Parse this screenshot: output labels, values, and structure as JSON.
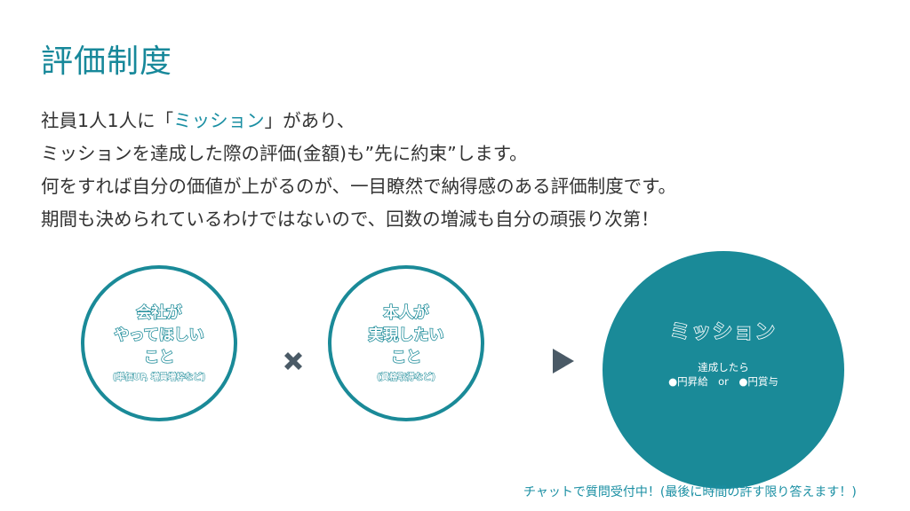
{
  "title": "評価制度",
  "paragraph": {
    "line1_before": "社員1人1人に「",
    "line1_accent": "ミッション",
    "line1_after": "」があり、",
    "line2": "ミッションを達成した際の評価(金額)も”先に約束”します。",
    "line3": "何をすれば自分の価値が上がるのが、一目瞭然で納得感のある評価制度です。",
    "line4": "期間も決められているわけではないので、回数の増減も自分の頑張り次第！"
  },
  "circle_company": {
    "heading_lines": [
      "会社が",
      "やってほしい",
      "こと"
    ],
    "sub": "(単価UP, 増員増枠など)"
  },
  "circle_self": {
    "heading_lines": [
      "本人が",
      "実現したい",
      "こと"
    ],
    "sub": "(資格取得など)"
  },
  "circle_mission": {
    "title": "ミッション",
    "sub_line1": "達成したら",
    "sub_line2": "●円昇給　or　●円賞与"
  },
  "icons": {
    "times": "times-icon",
    "play": "play-arrow-icon"
  },
  "footer": "チャットで質問受付中！(最後に時間の許す限り答えます！)",
  "colors": {
    "accent": "#1a8a98",
    "text": "#333333"
  }
}
